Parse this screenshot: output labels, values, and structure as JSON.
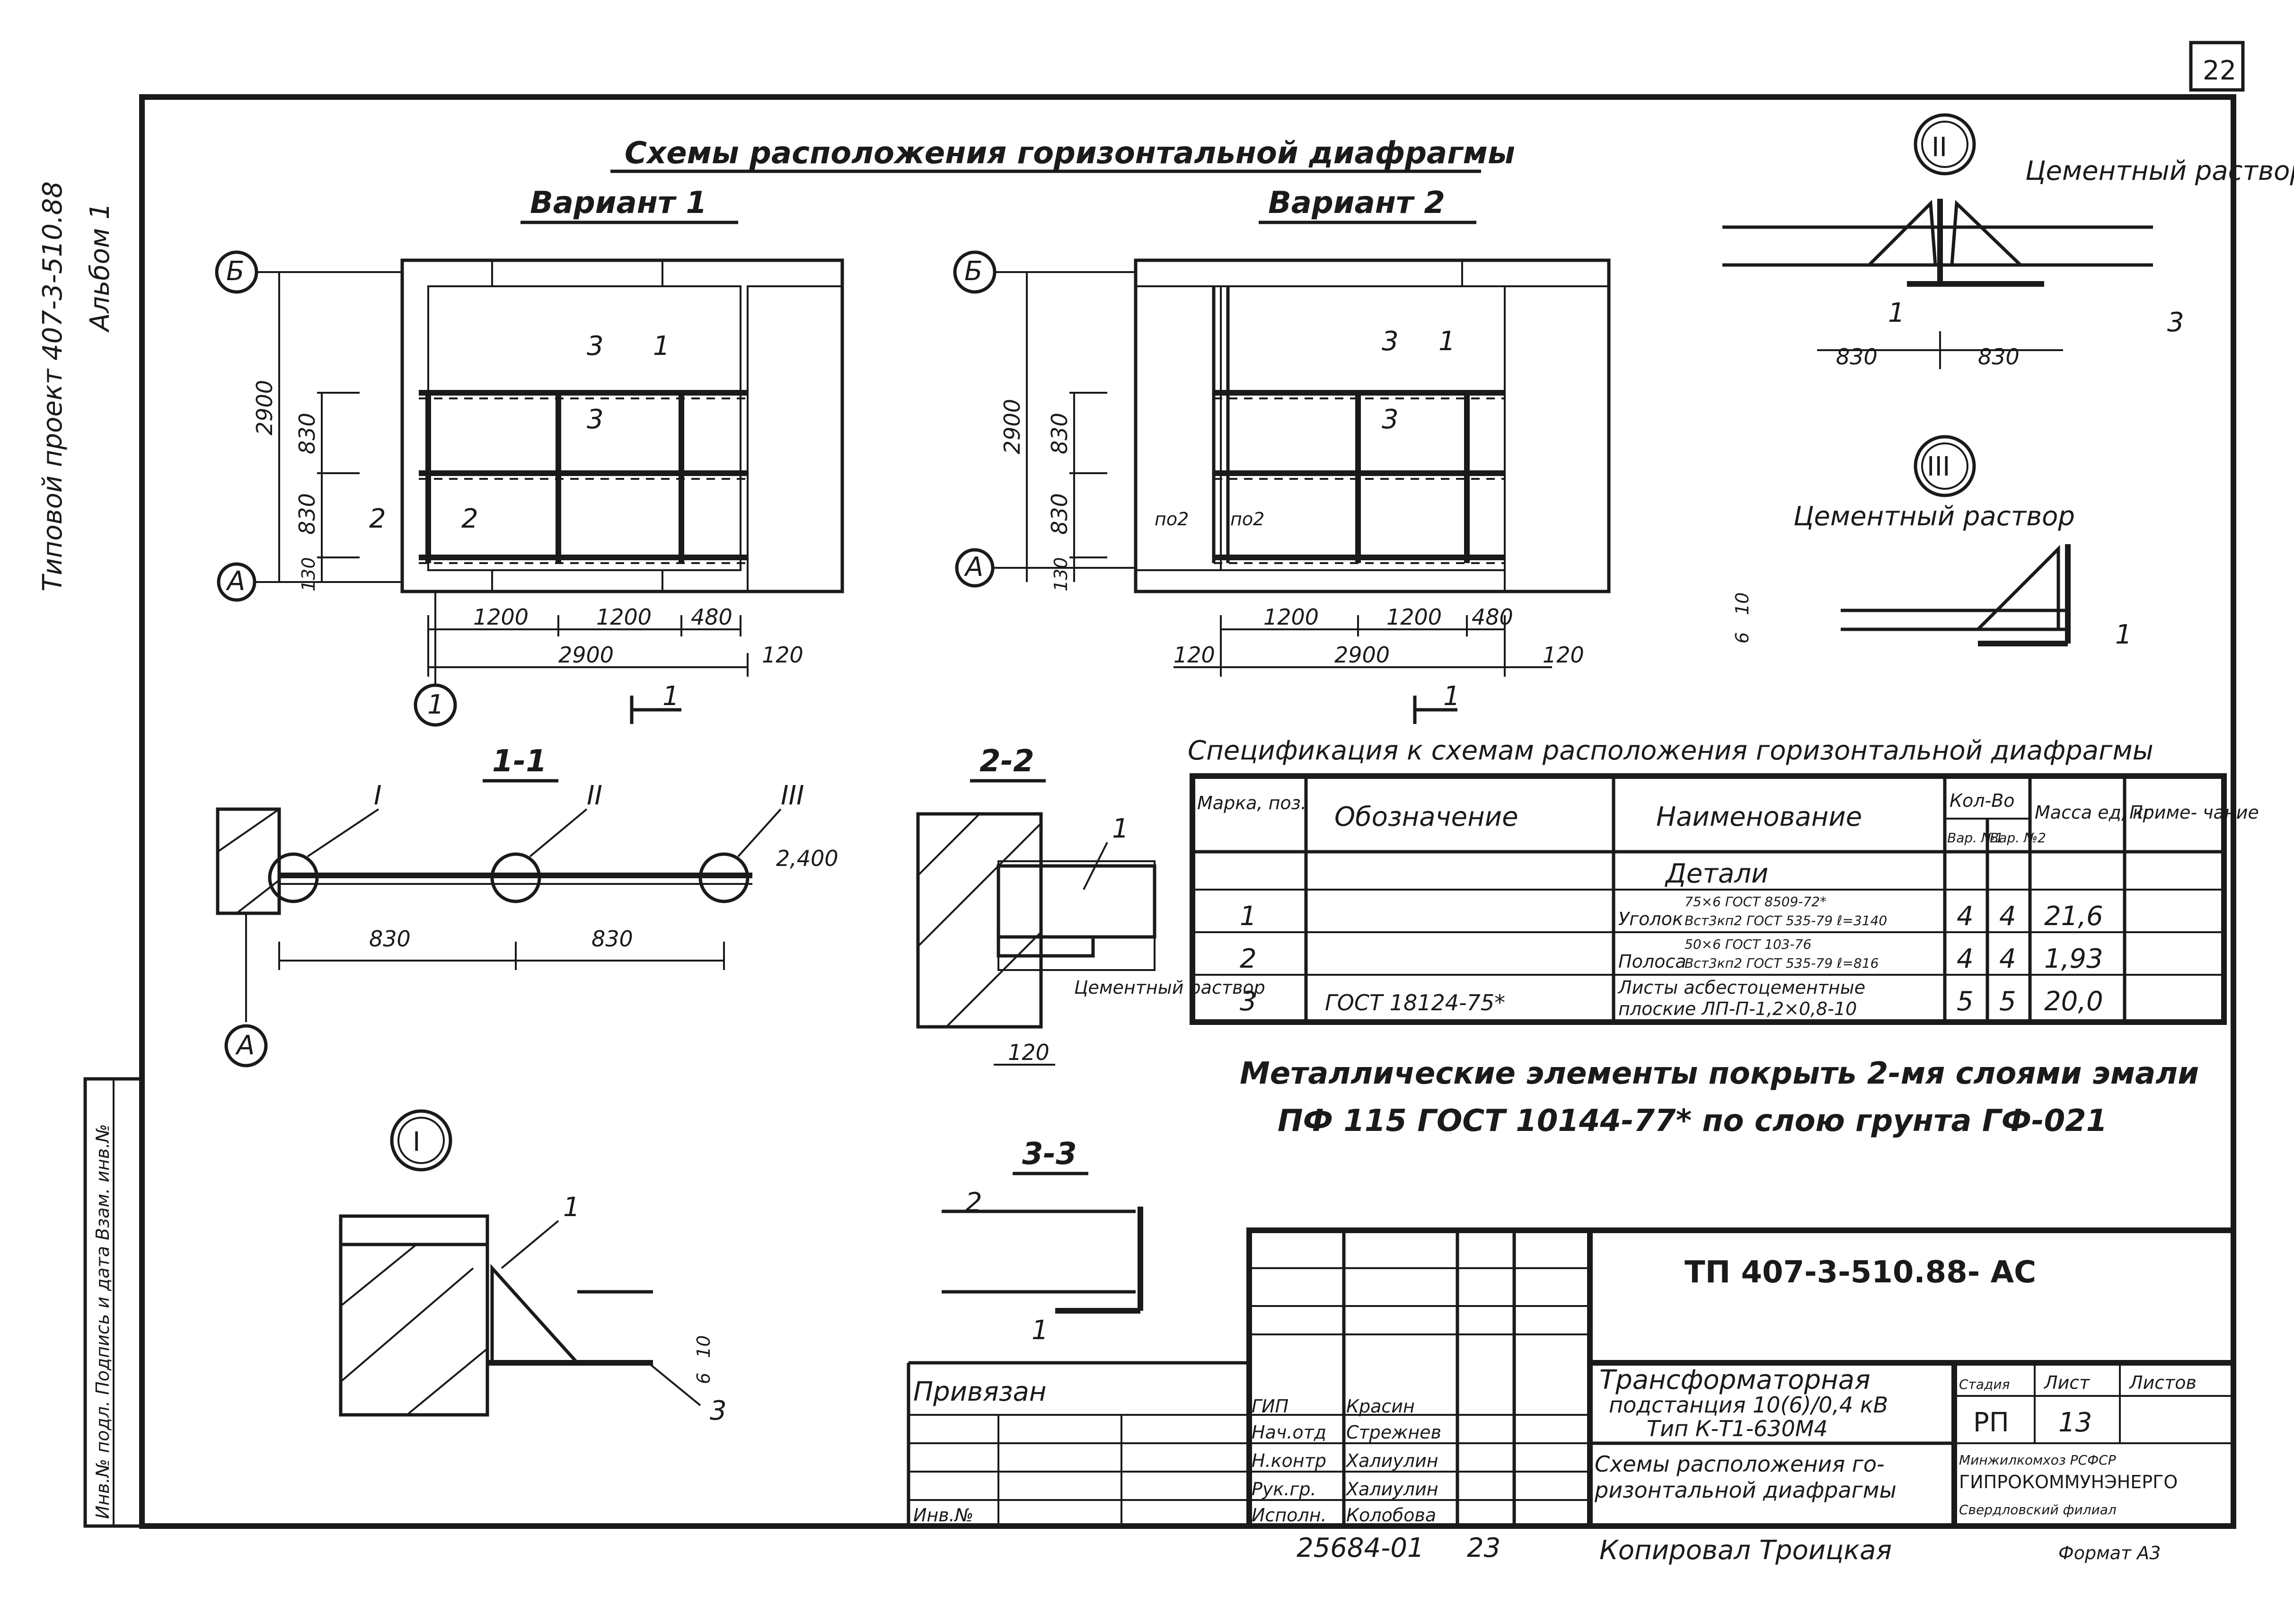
{
  "page_number": "22",
  "side_stamp": {
    "project": "Типовой проект 407-3-510.88",
    "album": "Альбом 1",
    "vertical_labels": "Инв.№ подл.   Подпись и дата   Взам. инв.№"
  },
  "title_main": "Схемы расположения горизонтальной диафрагмы",
  "variant1": {
    "title": "Вариант 1",
    "axis_b": "Б",
    "axis_a": "А",
    "axis_1": "1",
    "dim_height": "2900",
    "dim_830": "830",
    "dim_830b": "830",
    "dim_130": "130",
    "dim_1200a": "1200",
    "dim_1200b": "1200",
    "dim_480": "480",
    "dim_total": "2900",
    "dim_120": "120",
    "cut3": "3",
    "cut1": "1",
    "cut3b": "3",
    "cut2": "2",
    "cut2b": "2",
    "cut1_bottom": "1"
  },
  "variant2": {
    "title": "Вариант 2",
    "axis_b": "Б",
    "axis_a": "А",
    "dim_height": "2900",
    "dim_830": "830",
    "dim_830b": "830",
    "dim_130": "130",
    "dim_1200a": "1200",
    "dim_1200b": "1200",
    "dim_480": "480",
    "dim_total": "2900",
    "dim_120a": "120",
    "dim_120b": "120",
    "cut3": "3",
    "cut1": "1",
    "cut3b": "3",
    "cut_no2a": "по2",
    "cut_no2b": "по2",
    "cut1_bottom": "1"
  },
  "section_11": {
    "title": "1-1",
    "node1": "I",
    "node2": "II",
    "node3": "III",
    "level": "2,400",
    "dim_a": "830",
    "dim_b": "830",
    "axis": "А"
  },
  "section_22": {
    "title": "2-2",
    "pos": "1",
    "mortar": "Цементный раствор",
    "dim": "120"
  },
  "section_33": {
    "title": "3-3",
    "pos2": "2",
    "pos1": "1"
  },
  "node_I": {
    "label": "I",
    "pos1": "1",
    "pos3": "3",
    "dim": "10",
    "dim_b": "6"
  },
  "node_II": {
    "label": "II",
    "mortar": "Цементный раствор",
    "pos1": "1",
    "pos3": "3",
    "dim_a": "830",
    "dim_b": "830"
  },
  "node_III": {
    "label": "III",
    "mortar": "Цементный раствор",
    "pos1": "1",
    "dim": "10",
    "dim_b": "6"
  },
  "spec": {
    "title": "Спецификация к схемам расположения горизонтальной диафрагмы",
    "headers": {
      "mark": "Марка, поз.",
      "designation": "Обозначение",
      "name": "Наименование",
      "qty": "Кол-Во",
      "qty_v1": "Вар. №1",
      "qty_v2": "Вар. №2",
      "mass": "Масса ед, кг",
      "note": "Приме- чание"
    },
    "group": "Детали",
    "rows": [
      {
        "mark": "1",
        "designation": "",
        "name_a": "Уголок",
        "name_b": "75×6 ГОСТ 8509-72*",
        "name_c": "Вст3кп2 ГОСТ 535-79 ℓ=3140",
        "v1": "4",
        "v2": "4",
        "mass": "21,6",
        "note": ""
      },
      {
        "mark": "2",
        "designation": "",
        "name_a": "Полоса",
        "name_b": "50×6 ГОСТ 103-76",
        "name_c": "Вст3кп2 ГОСТ 535-79 ℓ=816",
        "v1": "4",
        "v2": "4",
        "mass": "1,93",
        "note": ""
      },
      {
        "mark": "3",
        "designation": "ГОСТ 18124-75*",
        "name_a": "Листы асбестоцементные",
        "name_b": "плоские ЛП-П-1,2×0,8-10",
        "name_c": "",
        "v1": "5",
        "v2": "5",
        "mass": "20,0",
        "note": ""
      }
    ]
  },
  "note_line1": "Металлические элементы покрыть 2-мя слоями эмали",
  "note_line2": "ПФ 115 ГОСТ 10144-77* по слою грунта ГФ-021",
  "titleblock": {
    "code": "ТП 407-3-510.88- АС",
    "privyazan": "Привязан",
    "inv": "Инв.№",
    "roles": [
      {
        "role": "ГИП",
        "name": "Красин"
      },
      {
        "role": "Нач.отд",
        "name": "Стрежнев"
      },
      {
        "role": "Н.контр",
        "name": "Халиулин"
      },
      {
        "role": "Рук.гр.",
        "name": "Халиулин"
      },
      {
        "role": "Исполн.",
        "name": "Колобова"
      }
    ],
    "object_line1": "Трансформаторная",
    "object_line2": "подстанция 10(6)/0,4 кВ",
    "object_line3": "Тип К-Т1-630М4",
    "sheet_title_line1": "Схемы расположения го-",
    "sheet_title_line2": "ризонтальной диафрагмы",
    "stage_h": "Стадия",
    "sheet_h": "Лист",
    "sheets_h": "Листов",
    "stage": "РП",
    "sheet": "13",
    "sheets": "",
    "org_line1": "Минжилкомхоз РСФСР",
    "org_line2": "ГИПРОКОММУНЭНЕРГО",
    "org_line3": "Свердловский филиал"
  },
  "footer": {
    "inv_number": "25684-01",
    "page": "23",
    "copied": "Копировал Троицкая",
    "format": "Формат А3"
  }
}
